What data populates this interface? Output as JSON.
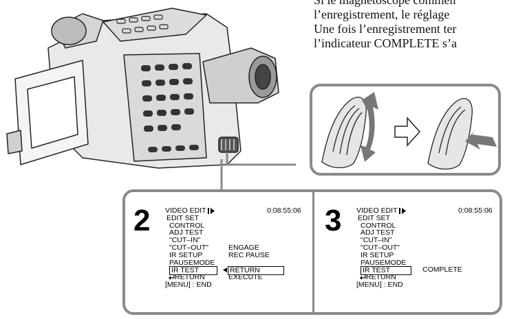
{
  "body_text": {
    "lines": [
      "Si le magnétoscope commen",
      "l’enregistrement, le réglage",
      "Une fois l’enregistrement ter",
      "l’indicateur COMPLETE s’a"
    ]
  },
  "steps": [
    {
      "number": "2",
      "screen": {
        "title": "VIDEO EDIT",
        "time": "0:08:55:06",
        "items": [
          "EDIT SET",
          "CONTROL",
          "ADJ TEST",
          "\"CUT–IN\"",
          "\"CUT–OUT\"",
          "IR SETUP",
          "PAUSEMODE",
          "IR TEST",
          "RETURN",
          "[MENU] : END"
        ],
        "options": [
          "ENGAGE",
          "REC PAUSE",
          "RETURN",
          "EXECUTE"
        ]
      }
    },
    {
      "number": "3",
      "screen": {
        "title": "VIDEO EDIT",
        "time": "0:08:55:06",
        "items": [
          "EDIT SET",
          "CONTROL",
          "ADJ TEST",
          "\"CUT–IN\"",
          "\"CUT–OUT\"",
          "IR SETUP",
          "PAUSEMODE",
          "IR TEST",
          "RETURN",
          "[MENU] : END"
        ],
        "options": [
          "COMPLETE"
        ]
      }
    }
  ],
  "icons": {
    "camera": "camcorder-illustration",
    "wheel_rotate": "wheel-rotate-illustration",
    "arrow": "right-outline-arrow-icon",
    "wheel_press": "wheel-press-illustration",
    "play_indicator": "play-indicator-icon",
    "return_arrow": "return-arrow-icon",
    "selector_arrow": "left-selector-arrow-icon"
  },
  "colors": {
    "frame": "#8a8a8a",
    "ink": "#111111"
  }
}
